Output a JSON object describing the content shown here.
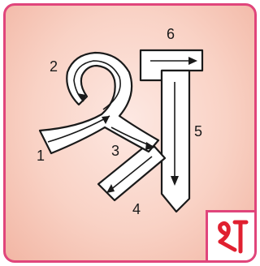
{
  "letter": {
    "steps": [
      "1",
      "2",
      "3",
      "4",
      "5",
      "6"
    ],
    "stroke_color": "#1a1a1a",
    "fill_color": "#ffffff"
  },
  "badge": {
    "accent": "#e0457b",
    "glyph_color": "#e02030"
  }
}
